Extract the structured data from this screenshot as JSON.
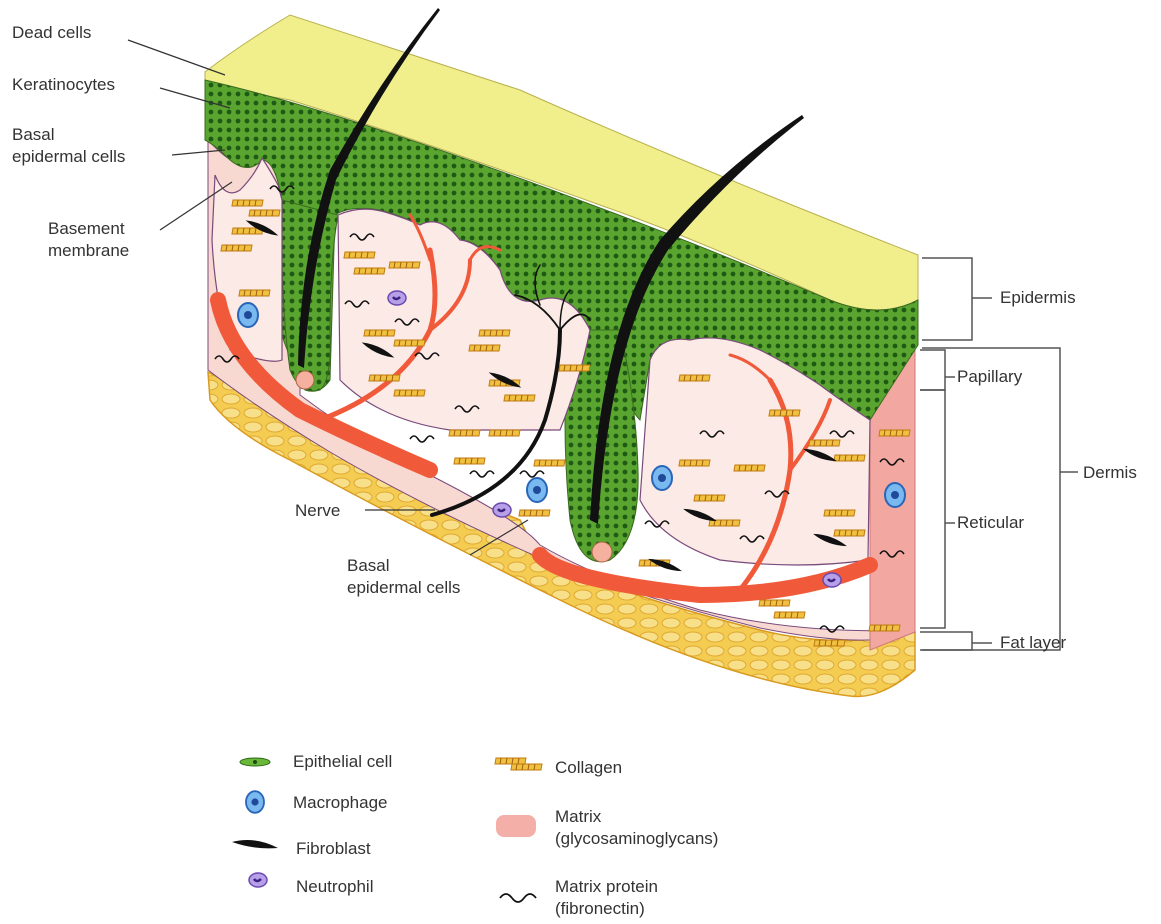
{
  "labels": {
    "dead_cells": "Dead cells",
    "keratinocytes": "Keratinocytes",
    "basal_epidermal_cells_top": "Basal\nepidermal cells",
    "basement_membrane": "Basement\nmembrane",
    "nerve": "Nerve",
    "basal_epidermal_cells_bottom": "Basal\nepidermal cells",
    "epidermis": "Epidermis",
    "papillary": "Papillary",
    "reticular": "Reticular",
    "dermis": "Dermis",
    "fat_layer": "Fat layer"
  },
  "legend": {
    "epithelial_cell": "Epithelial cell",
    "macrophage": "Macrophage",
    "fibroblast": "Fibroblast",
    "neutrophil": "Neutrophil",
    "collagen": "Collagen",
    "matrix": "Matrix\n(glycosaminoglycans)",
    "matrix_protein": "Matrix protein\n(fibronectin)"
  },
  "colors": {
    "epidermis_top": "#f0ef8c",
    "keratinocyte_green": "#4d9a2a",
    "dermis_pink": "#f7d7d0",
    "matrix_pink": "#f4b0a8",
    "vessel_red": "#f05a3a",
    "fat_yellow": "#f2c84a",
    "hair_black": "#111111",
    "collagen_gold": "#e8b02a",
    "macrophage_blue": "#4a8ed8",
    "neutrophil_purple": "#8a6ac8"
  }
}
